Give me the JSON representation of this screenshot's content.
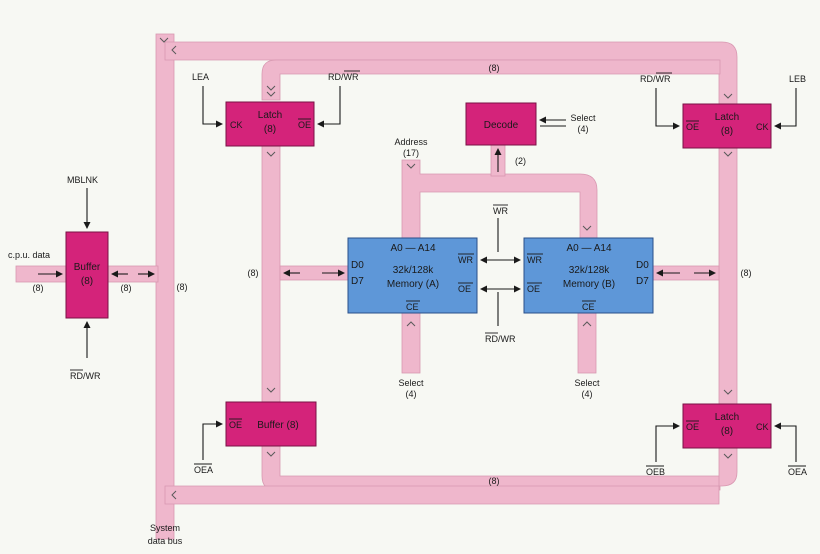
{
  "colors": {
    "bus": "#efb7cc",
    "bus_edge": "#d898b1",
    "block": "#d4237a",
    "block_edge": "#7a1245",
    "memory": "#5e97d8",
    "memory_edge": "#2a4f8a",
    "wire": "#1a1a1a"
  },
  "blocks": {
    "latch_a": {
      "title": "Latch",
      "size": "(8)",
      "ck": "CK",
      "oe": "OE"
    },
    "latch_b": {
      "title": "Latch",
      "size": "(8)",
      "ck": "CK",
      "oe": "OE"
    },
    "latch_c": {
      "title": "Latch",
      "size": "(8)",
      "ck": "CK",
      "oe": "OE"
    },
    "buffer_cpu": {
      "title": "Buffer",
      "size": "(8)"
    },
    "buffer_a": {
      "title": "Buffer (8)",
      "oe": "OE"
    },
    "decode": {
      "title": "Decode"
    }
  },
  "memory_a": {
    "addr": "A0 — A14",
    "d0": "D0",
    "d7": "D7",
    "cap": "32k/128k",
    "name": "Memory (A)",
    "wr": "WR",
    "oe": "OE",
    "ce": "CE"
  },
  "memory_b": {
    "addr": "A0 — A14",
    "d0": "D0",
    "d7": "D7",
    "cap": "32k/128k",
    "name": "Memory (B)",
    "wr": "WR",
    "oe": "OE",
    "ce": "CE"
  },
  "signals": {
    "lea": "LEA",
    "rd_wr_a": "RD/WR",
    "rd_wr_b": "RD/WR",
    "leb": "LEB",
    "mblnk": "MBLNK",
    "rd_wr_cpu": "RD/WR",
    "cpu_data": "c.p.u. data",
    "wr_center": "WR",
    "rd_wr_center": "RD/WR",
    "oea_left": "OEA",
    "oeb": "OEB",
    "oea_right": "OEA",
    "address": "Address",
    "address_width": "(17)",
    "select_top": "Select",
    "select_top_width": "(4)",
    "select_a": "Select",
    "select_a_width": "(4)",
    "select_b": "Select",
    "select_b_width": "(4)",
    "decode_width": "(2)",
    "system_bus": "System",
    "system_bus_2": "data bus"
  },
  "bus_widths": {
    "top": "(8)",
    "bottom": "(8)",
    "left_inner": "(8)",
    "right_inner": "(8)",
    "system": "(8)",
    "cpu_in": "(8)",
    "cpu_out": "(8)"
  }
}
